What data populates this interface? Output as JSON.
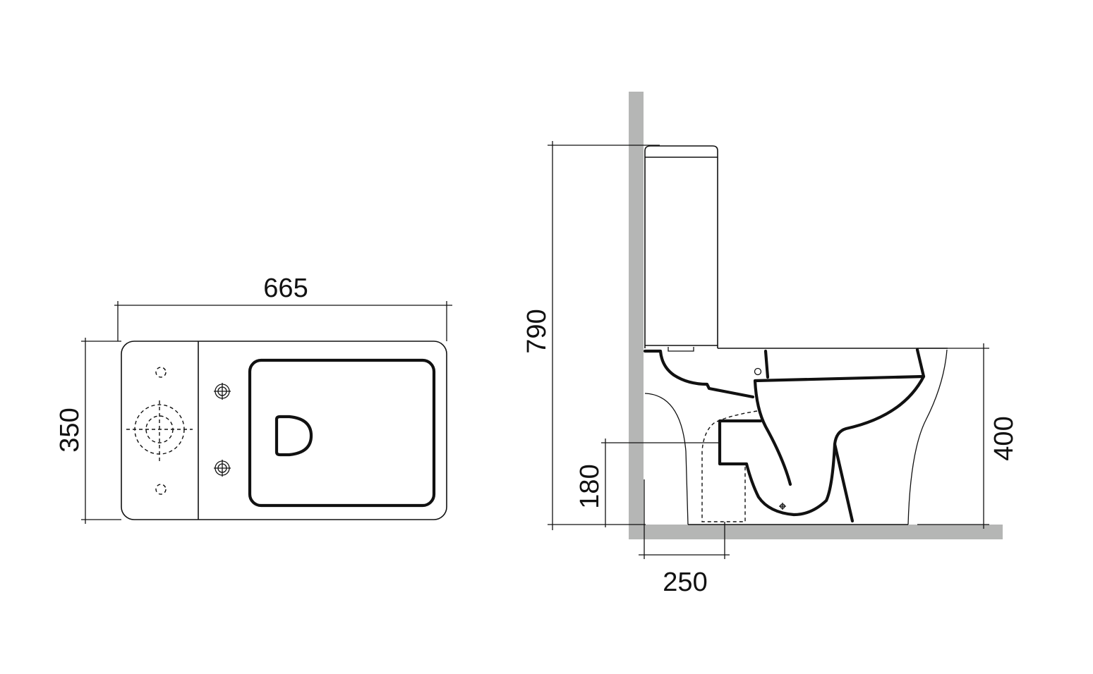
{
  "drawing": {
    "title": "Close-coupled toilet technical drawing",
    "colors": {
      "line": "#111111",
      "wall": "#b5b6b5",
      "background": "#ffffff"
    },
    "plan_view": {
      "width_label": "665",
      "depth_label": "350"
    },
    "side_view": {
      "total_height_label": "790",
      "seat_height_label": "400",
      "outlet_height_label": "180",
      "outlet_from_wall_label": "250"
    }
  }
}
